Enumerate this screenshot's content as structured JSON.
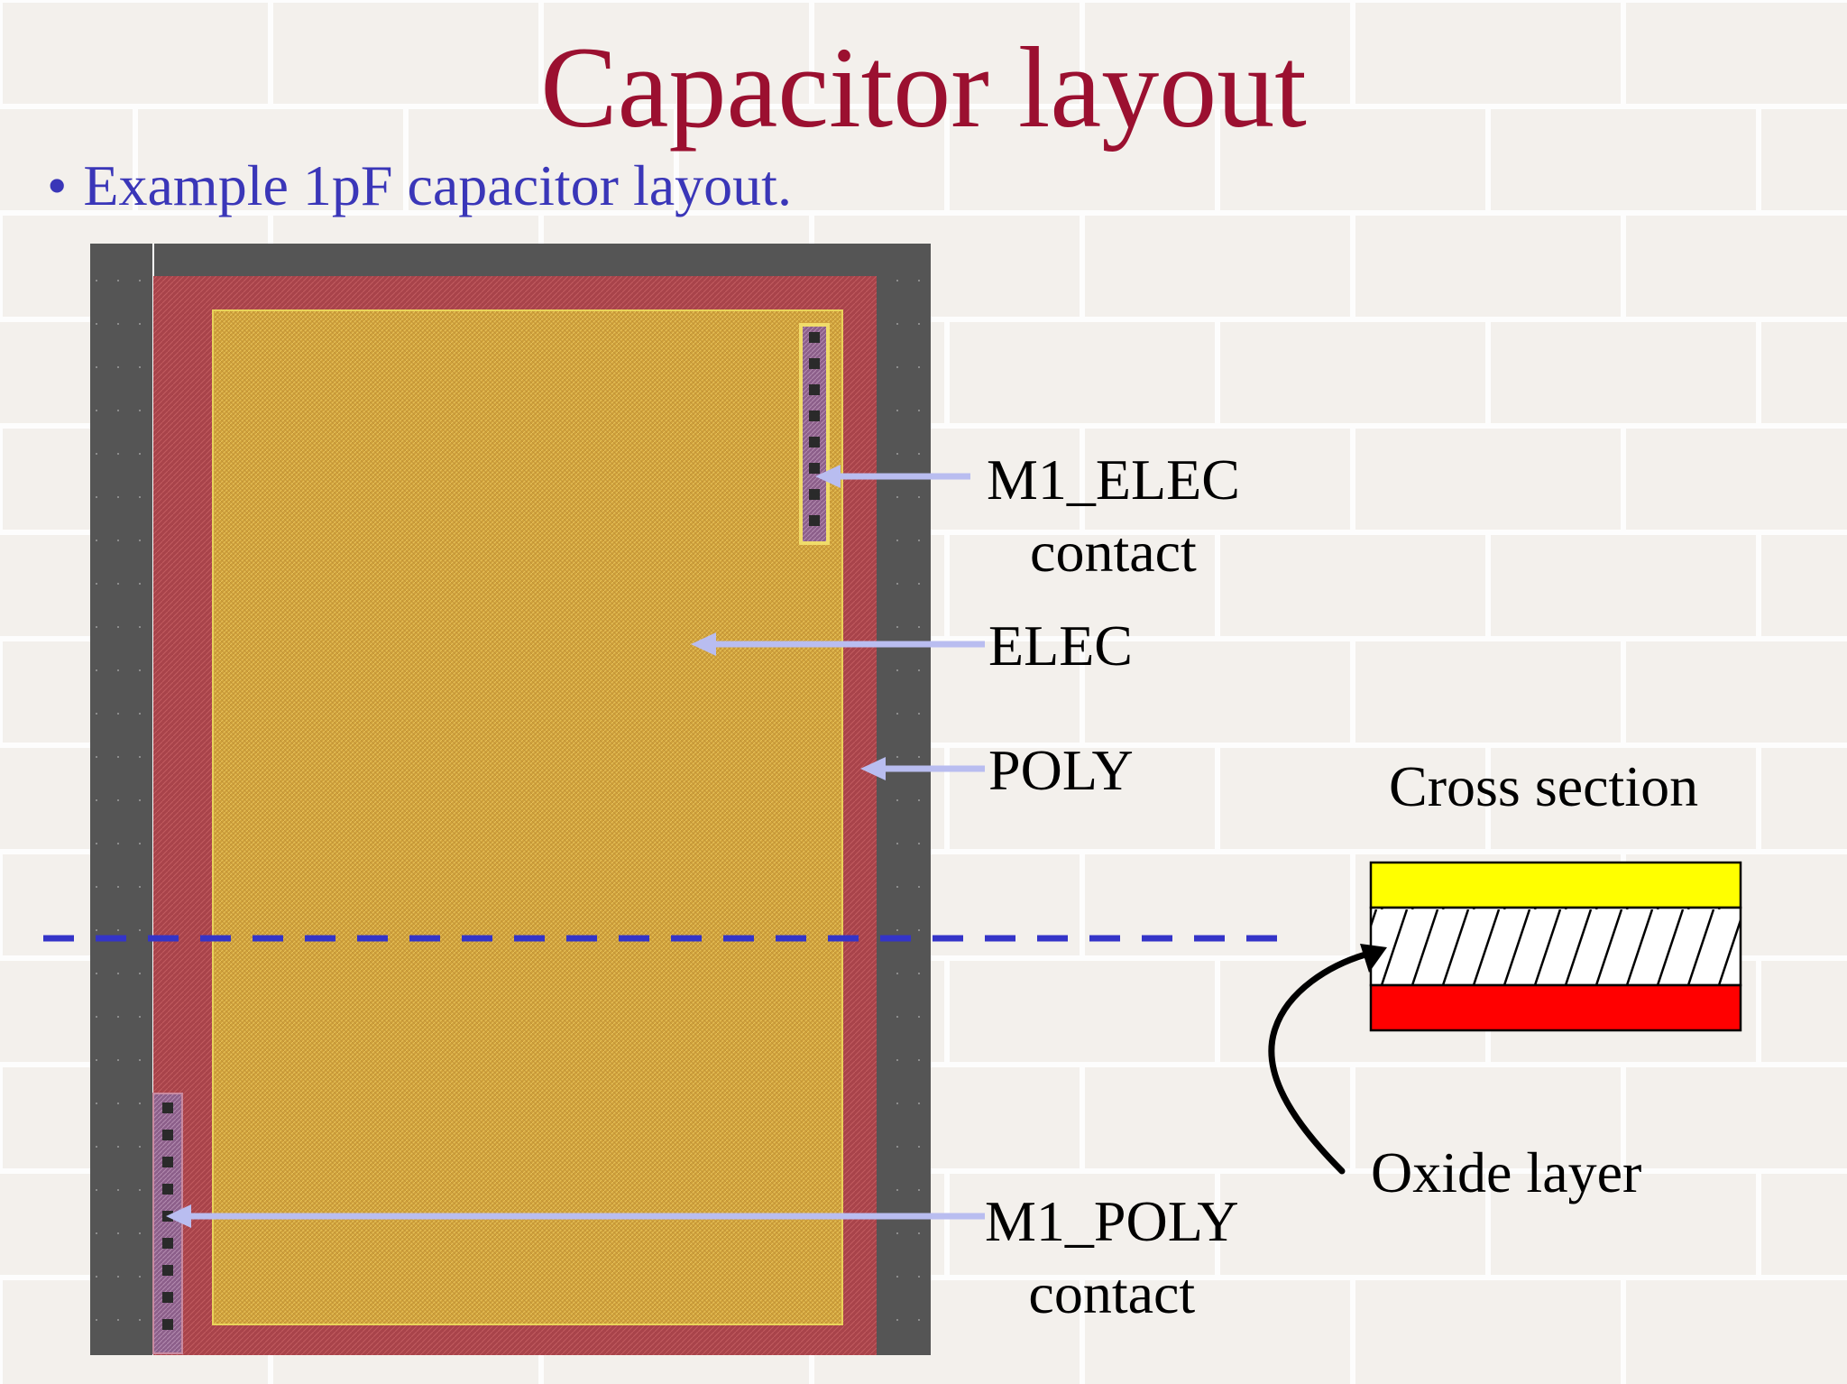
{
  "slide": {
    "title": "Capacitor layout",
    "bullet": "Example 1pF capacitor layout."
  },
  "layout_labels": {
    "m1_elec": "M1_ELEC",
    "m1_elec_sub": "contact",
    "elec": "ELEC",
    "poly": "POLY",
    "m1_poly": "M1_POLY",
    "m1_poly_sub": "contact"
  },
  "cross_section": {
    "title": "Cross section",
    "oxide_label": "Oxide layer"
  },
  "colors": {
    "title": "#9b1030",
    "bullet": "#3a36b8",
    "substrate": "#555555",
    "poly": "#a8434a",
    "elec": "#d4a436",
    "contact": "#9a6a96",
    "arrow": "#b9bdf0",
    "cut_line": "#3434c8",
    "xs_top": "#ffff00",
    "xs_bottom": "#ff0000"
  }
}
